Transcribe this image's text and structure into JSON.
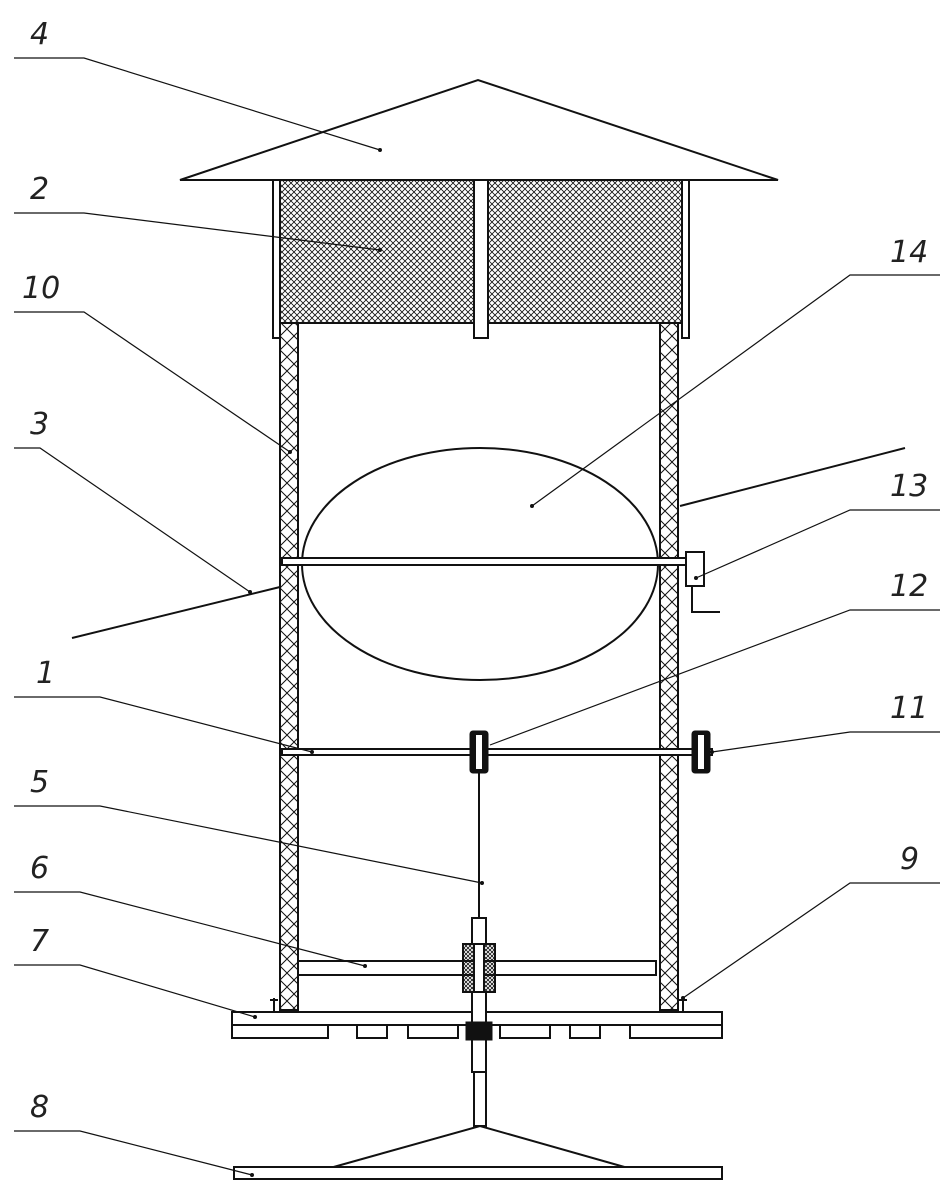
{
  "colors": {
    "ink": "#111111",
    "paper": "#ffffff"
  },
  "callouts": [
    {
      "id": "c4",
      "label": "4"
    },
    {
      "id": "c2",
      "label": "2"
    },
    {
      "id": "c10",
      "label": "10"
    },
    {
      "id": "c3",
      "label": "3"
    },
    {
      "id": "c14",
      "label": "14"
    },
    {
      "id": "c13",
      "label": "13"
    },
    {
      "id": "c12",
      "label": "12"
    },
    {
      "id": "c1",
      "label": "1"
    },
    {
      "id": "c11",
      "label": "11"
    },
    {
      "id": "c5",
      "label": "5"
    },
    {
      "id": "c9",
      "label": "9"
    },
    {
      "id": "c6",
      "label": "6"
    },
    {
      "id": "c7",
      "label": "7"
    },
    {
      "id": "c8",
      "label": "8"
    }
  ]
}
